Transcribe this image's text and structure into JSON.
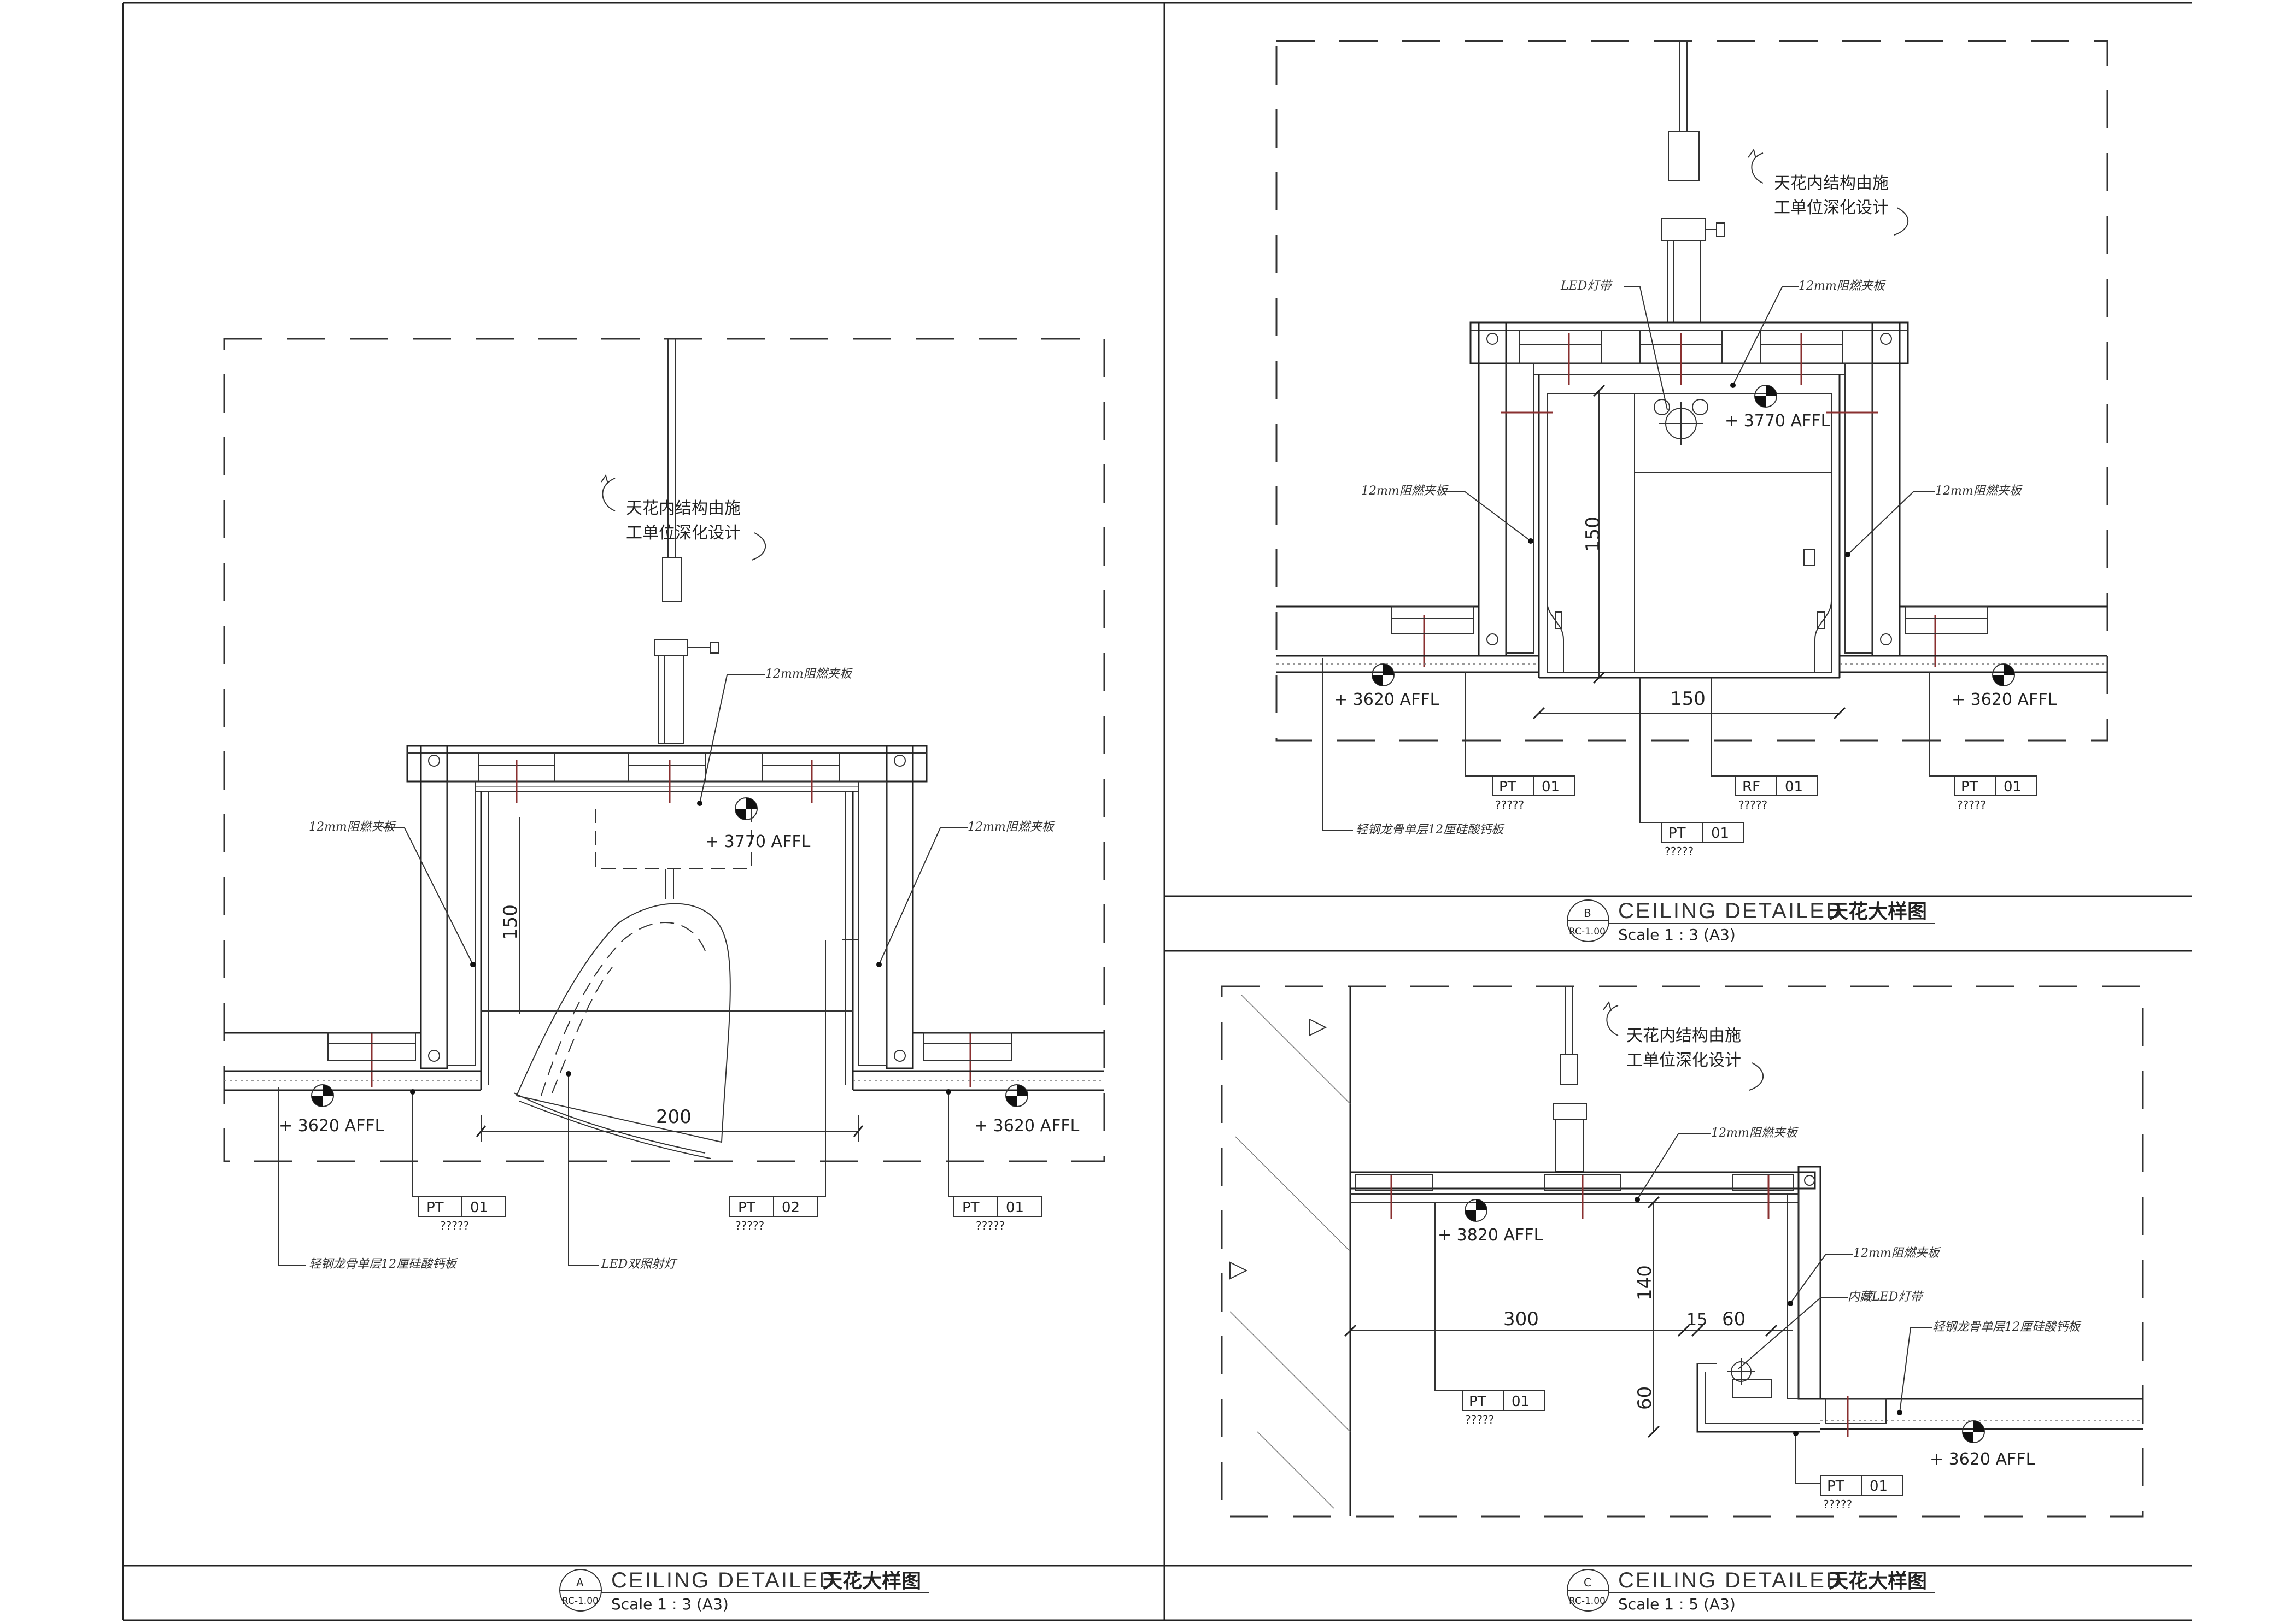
{
  "details": {
    "A": {
      "struct_note_line1": "天花内结构由施",
      "struct_note_line2": "工单位深化设计",
      "board_top": "12mm阻燃夹板",
      "board_left": "12mm阻燃夹板",
      "board_right": "12mm阻燃夹板",
      "level_high": "+ 3770 AFFL",
      "level_left": "+ 3620 AFFL",
      "level_right": "+ 3620 AFFL",
      "dim_vertical": "150",
      "dim_horizontal": "200",
      "tag_left": {
        "code": "PT",
        "num": "01",
        "sub": "?????"
      },
      "tag_mid": {
        "code": "PT",
        "num": "02",
        "sub": "?????"
      },
      "tag_right": {
        "code": "PT",
        "num": "01",
        "sub": "?????"
      },
      "note_ceiling_board": "轻钢龙骨单层12厘硅酸钙板",
      "note_led_light": "LED双照射灯",
      "title_en": "CEILING DETAILED",
      "title_cn": "天花大样图",
      "scale": "Scale   1 : 3 (A3)",
      "bubble_letter": "A",
      "bubble_ref": "RC-1.00"
    },
    "B": {
      "struct_note_line1": "天花内结构由施",
      "struct_note_line2": "工单位深化设计",
      "led_strip": "LED灯带",
      "board_top": "12mm阻燃夹板",
      "board_left": "12mm阻燃夹板",
      "board_right": "12mm阻燃夹板",
      "level_high": "+ 3770 AFFL",
      "level_left": "+ 3620 AFFL",
      "level_right": "+ 3620 AFFL",
      "dim_vertical": "150",
      "dim_horizontal": "150",
      "tag_left": {
        "code": "PT",
        "num": "01",
        "sub": "?????"
      },
      "tag_mid_rf": {
        "code": "RF",
        "num": "01",
        "sub": "?????"
      },
      "tag_mid_pt": {
        "code": "PT",
        "num": "01",
        "sub": "?????"
      },
      "tag_right": {
        "code": "PT",
        "num": "01",
        "sub": "?????"
      },
      "note_ceiling_board": "轻钢龙骨单层12厘硅酸钙板",
      "title_en": "CEILING DETAILED",
      "title_cn": "天花大样图",
      "scale": "Scale   1 : 3 (A3)",
      "bubble_letter": "B",
      "bubble_ref": "RC-1.00"
    },
    "C": {
      "struct_note_line1": "天花内结构由施",
      "struct_note_line2": "工单位深化设计",
      "board_top": "12mm阻燃夹板",
      "board_right": "12mm阻燃夹板",
      "led_hidden": "内藏LED灯带",
      "note_ceiling_board": "轻钢龙骨单层12厘硅酸钙板",
      "level_high": "+ 3820 AFFL",
      "level_low": "+ 3620 AFFL",
      "dim_140": "140",
      "dim_60v": "60",
      "dim_300": "300",
      "dim_15": "15",
      "dim_60h": "60",
      "tag_left": {
        "code": "PT",
        "num": "01",
        "sub": "?????"
      },
      "tag_right": {
        "code": "PT",
        "num": "01",
        "sub": "?????"
      },
      "title_en": "CEILING DETAILED",
      "title_cn": "天花大样图",
      "scale": "Scale   1 : 5 (A3)",
      "bubble_letter": "C",
      "bubble_ref": "RC-1.00"
    }
  }
}
